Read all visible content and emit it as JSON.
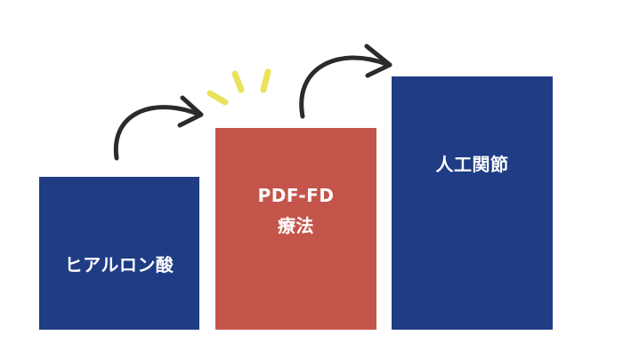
{
  "steps": [
    {
      "label": "ヒアルロン酸",
      "color": "#1f3c85"
    },
    {
      "label": "PDF-FD\n療法",
      "color": "#c4554b"
    },
    {
      "label": "人工関節",
      "color": "#1f3c85"
    }
  ],
  "colors": {
    "arrow": "#2b2b2b",
    "sparkle": "#e9e25a"
  },
  "icons": [
    "curved-arrow-icon",
    "curved-arrow-icon",
    "sparkle-icon"
  ]
}
